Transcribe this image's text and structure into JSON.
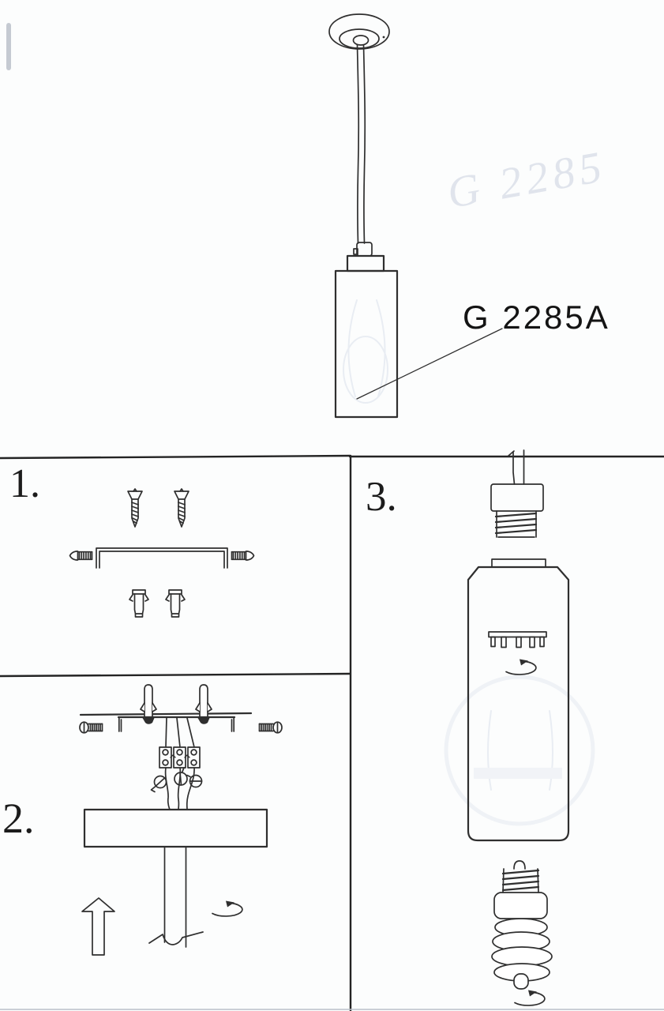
{
  "page": {
    "background": "#fcfdfd",
    "ink_color": "#2f2f2f"
  },
  "overview": {
    "model_label": "G 2285A",
    "watermark_text": "G 2285",
    "figure": "pendant-lamp"
  },
  "steps": [
    {
      "number": "1.",
      "figure": "mounting-hardware"
    },
    {
      "number": "2.",
      "figure": "ceiling-installation"
    },
    {
      "number": "3.",
      "figure": "shade-and-bulb-assembly"
    }
  ]
}
